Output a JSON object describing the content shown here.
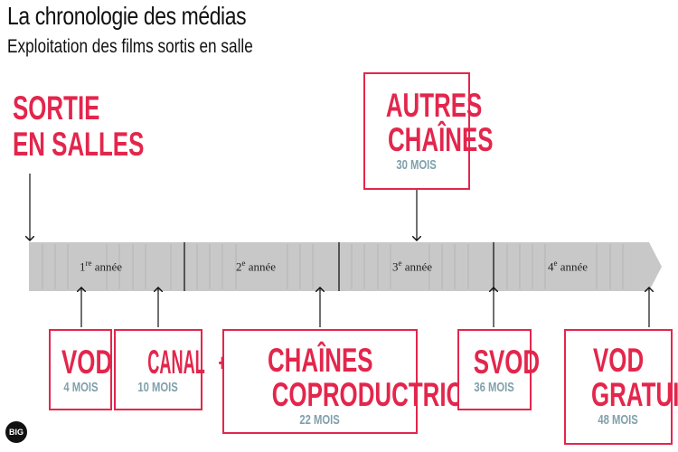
{
  "header": {
    "title": "La chronologie des médias",
    "subtitle": "Exploitation des films sortis en salle"
  },
  "start": {
    "line1": "SORTIE",
    "line2": "EN SALLES"
  },
  "years": [
    {
      "num": "1",
      "sup": "re",
      "word": "année"
    },
    {
      "num": "2",
      "sup": "e",
      "word": "année"
    },
    {
      "num": "3",
      "sup": "e",
      "word": "année"
    },
    {
      "num": "4",
      "sup": "e",
      "word": "année"
    }
  ],
  "milestones": {
    "vod": {
      "label": "VOD",
      "delay": "4 MOIS"
    },
    "canal": {
      "label": "CANAL",
      "plus": "+",
      "delay": "10 MOIS"
    },
    "coprod": {
      "line1": "CHAÎNES",
      "line2": "COPRODUCTRICES",
      "delay": "22 MOIS"
    },
    "autres": {
      "line1": "AUTRES",
      "line2": "CHAÎNES",
      "delay": "30 MOIS"
    },
    "svod": {
      "label": "SVOD",
      "delay": "36 MOIS"
    },
    "vodgratuite": {
      "line1": "VOD",
      "line2": "GRATUITE",
      "delay": "48 MOIS"
    }
  },
  "logo": {
    "text": "BIG"
  },
  "colors": {
    "accent": "#e3264c",
    "delay": "#7fa0ab",
    "bar": "#c8c8c8"
  }
}
